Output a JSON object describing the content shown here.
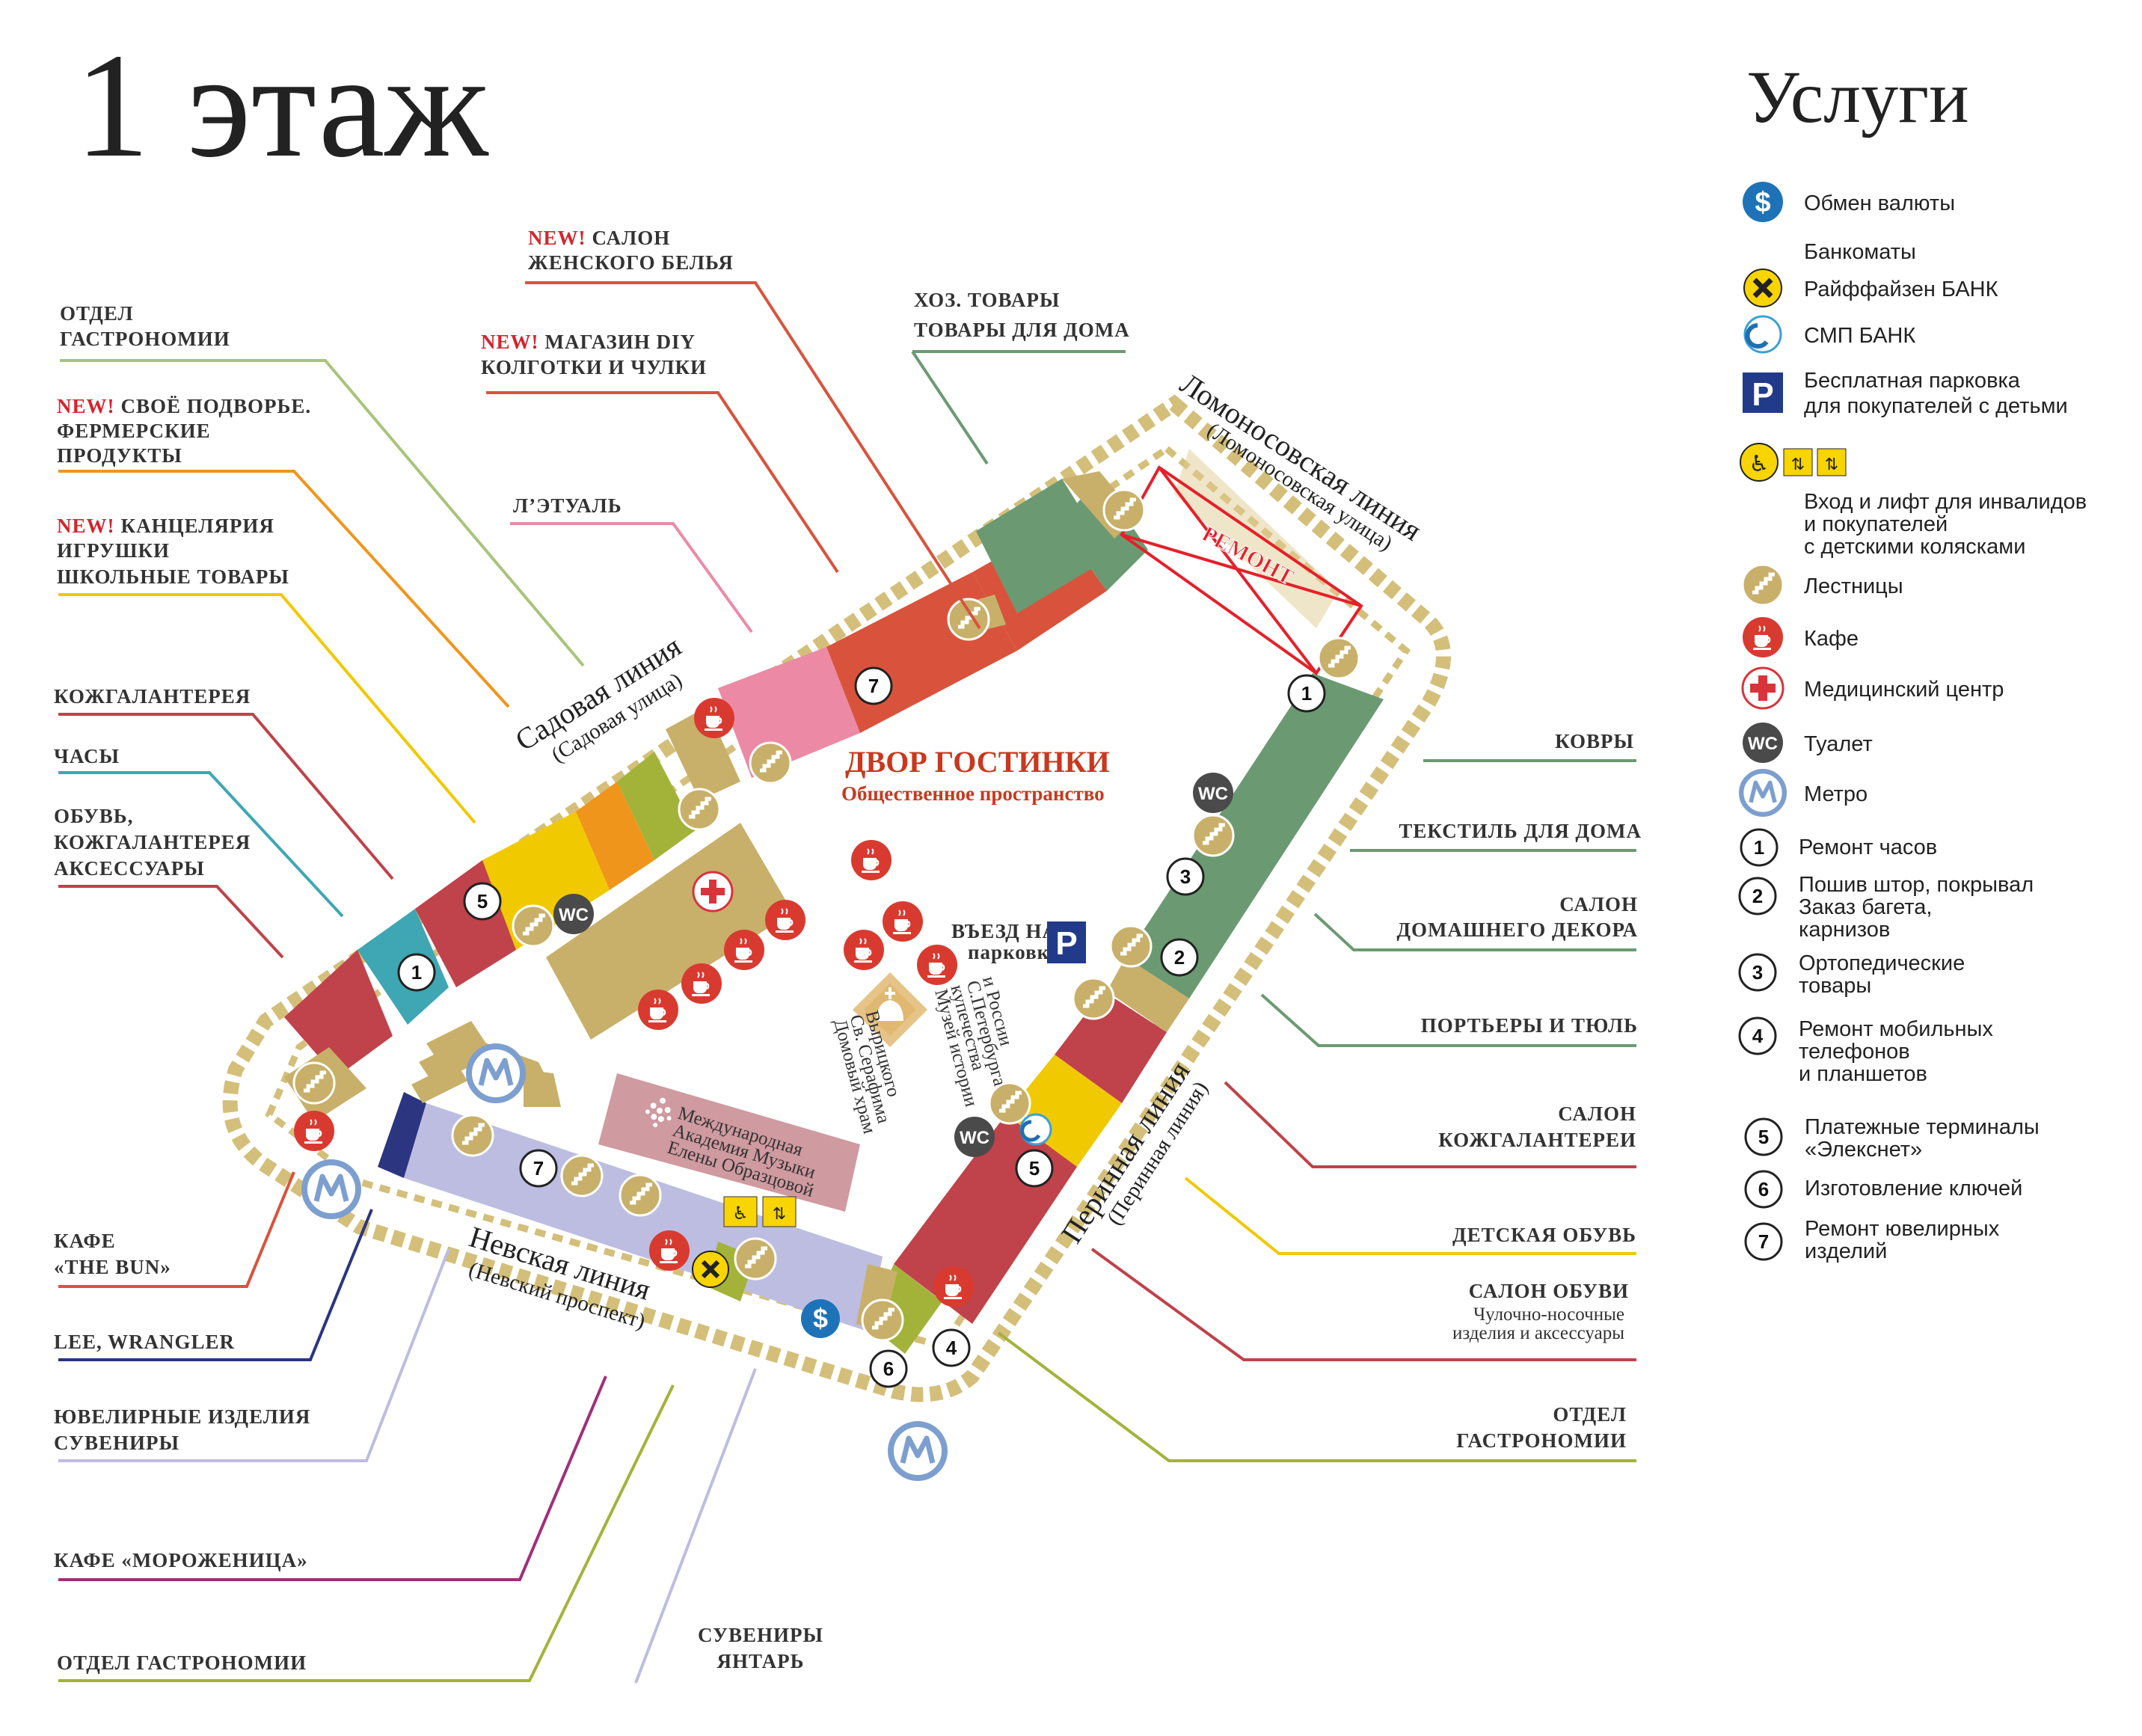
{
  "floor_title": "1 этаж",
  "services_title": "Услуги",
  "colors": {
    "green": "#6b9a72",
    "tan": "#c8b06a",
    "red": "#c0424a",
    "orange_red": "#d9533c",
    "pink": "#ec8aa5",
    "yellow": "#f0c900",
    "orange": "#f0951b",
    "olive": "#a3b33a",
    "teal": "#3ea7b3",
    "navy": "#2b3580",
    "lavender": "#bdbde2",
    "rose": "#cf9aa0",
    "metro_blue": "#7d9fcf",
    "cafe_red": "#d93a30"
  },
  "left_labels": {
    "gastronomy_top": [
      "ОТДЕЛ",
      "ГАСТРОНОМИИ"
    ],
    "farm_new": "NEW!",
    "farm": [
      "СВОЁ ПОДВОРЬЕ.",
      "ФЕРМЕРСКИЕ",
      "ПРОДУКТЫ"
    ],
    "stationery_new": "NEW!",
    "stationery": [
      "КАНЦЕЛЯРИЯ",
      "ИГРУШКИ",
      "ШКОЛЬНЫЕ ТОВАРЫ"
    ],
    "leather": "КОЖГАЛАНТЕРЕЯ",
    "watches": "ЧАСЫ",
    "shoes": [
      "ОБУВЬ,",
      "КОЖГАЛАНТЕРЕЯ",
      "АКСЕССУАРЫ"
    ],
    "cafe_bun": [
      "КАФЕ",
      "«THE BUN»"
    ],
    "lee": "LEE, WRANGLER",
    "jewelry": [
      "ЮВЕЛИРНЫЕ ИЗДЕЛИЯ",
      "СУВЕНИРЫ"
    ],
    "morozhenitsa": "КАФЕ «МОРОЖЕНИЦА»",
    "gastronomy_bottom": "ОТДЕЛ ГАСТРОНОМИИ"
  },
  "top_labels": {
    "lingerie_new": "NEW!",
    "lingerie": [
      "САЛОН",
      "ЖЕНСКОГО БЕЛЬЯ"
    ],
    "diy_new": "NEW!",
    "diy": [
      "МАГАЗИН DIY",
      "КОЛГОТКИ И ЧУЛКИ"
    ],
    "letual": "Л’ЭТУАЛЬ",
    "household": [
      "ХОЗ. ТОВАРЫ",
      "ТОВАРЫ ДЛЯ ДОМА"
    ]
  },
  "right_labels": {
    "carpets": "КОВРЫ",
    "textile": "ТЕКСТИЛЬ ДЛЯ ДОМА",
    "decor": [
      "САЛОН",
      "ДОМАШНЕГО ДЕКОРА"
    ],
    "curtains": "ПОРТЬЕРЫ И ТЮЛЬ",
    "leather_salon": [
      "САЛОН",
      "КОЖГАЛАНТЕРЕИ"
    ],
    "kids_shoes": "ДЕТСКАЯ ОБУВЬ",
    "shoe_salon": "САЛОН ОБУВИ",
    "shoe_salon_sub": [
      "Чулочно-носочные",
      "изделия и аксессуары"
    ],
    "gastronomy": [
      "ОТДЕЛ",
      "ГАСТРОНОМИИ"
    ]
  },
  "bottom_labels": {
    "amber": [
      "СУВЕНИРЫ",
      "ЯНТАРЬ"
    ]
  },
  "streets": {
    "sadovaya": "Садовая линия",
    "sadovaya_sub": "(Садовая улица)",
    "lomonosovskaya": "Ломоносовская линия",
    "lomonosovskaya_sub": "(Ломоносовская улица)",
    "nevskaya": "Невская линия",
    "nevskaya_sub": "(Невский проспект)",
    "perinnaya": "Перинная линия",
    "perinnaya_sub": "(Перинная линия)"
  },
  "center": {
    "title": "ДВОР ГОСТИНКИ",
    "subtitle": "Общественное пространство",
    "parking_entry": [
      "ВЪЕЗД НА",
      "парковку"
    ],
    "repair": "РЕМОНТ",
    "church": [
      "Домовый храм",
      "Св. Серафима",
      "Вырицкого"
    ],
    "museum": [
      "Музей истории",
      "купечества",
      "С.Петербурга",
      "и России"
    ],
    "academy": [
      "Международная",
      "Академия Музыки",
      "Елены Образцовой"
    ]
  },
  "icons": {
    "wc_label": "WC",
    "parking_label": "P",
    "dollar_label": "$",
    "metro_label": "M"
  },
  "services": {
    "currency": "Обмен валюты",
    "atms": "Банкоматы",
    "raiffeisen": "Райффайзен БАНК",
    "smp": "СМП БАНК",
    "parking": [
      "Бесплатная парковка",
      "для покупателей с детьми"
    ],
    "disabled": [
      "Вход и лифт для инвалидов",
      "и покупателей",
      "с детскими колясками"
    ],
    "stairs": "Лестницы",
    "cafe": "Кафе",
    "medical": "Медицинский центр",
    "toilet": "Туалет",
    "metro": "Метро",
    "s1": "Ремонт часов",
    "s2": [
      "Пошив штор, покрывал",
      "Заказ багета,",
      "карнизов"
    ],
    "s3": [
      "Ортопедические",
      "товары"
    ],
    "s4": [
      "Ремонт мобильных",
      "телефонов",
      "и планшетов"
    ],
    "s5": [
      "Платежные терминалы",
      "«Элекснет»"
    ],
    "s6": "Изготовление ключей",
    "s7": [
      "Ремонт ювелирных",
      "изделий"
    ],
    "numbers": [
      "1",
      "2",
      "3",
      "4",
      "5",
      "6",
      "7"
    ]
  }
}
